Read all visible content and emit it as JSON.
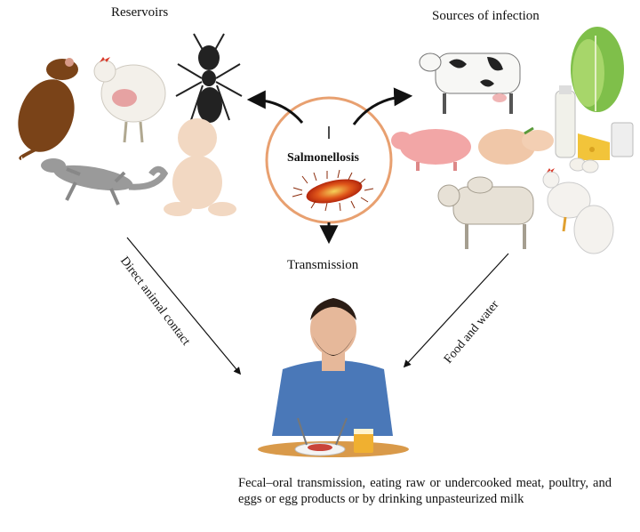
{
  "labels": {
    "reservoirs": "Reservoirs",
    "sources": "Sources of infection",
    "center": "Salmonellosis",
    "transmission": "Transmission",
    "direct_contact": "Direct animal contact",
    "food_water": "Food and water"
  },
  "caption": "Fecal–oral transmission, eating raw or undercooked meat, poultry, and eggs or egg products or by drinking unpasteurized milk",
  "colors": {
    "circle_ring": "#e8a070",
    "arrow": "#111111",
    "bacterium": "#e0561a",
    "shirt": "#4a78b8"
  },
  "icons": [
    "rat-icon",
    "hen-icon",
    "ant-icon",
    "baby-icon",
    "lizard-icon",
    "cow-icon",
    "lettuce-icon",
    "milk-bottle-icon",
    "pig-icon",
    "raw-chicken-icon",
    "cheese-icon",
    "eggs-icon",
    "zebu-icon",
    "rooster-icon",
    "egg-icon",
    "bacterium-icon",
    "eating-man-icon"
  ]
}
